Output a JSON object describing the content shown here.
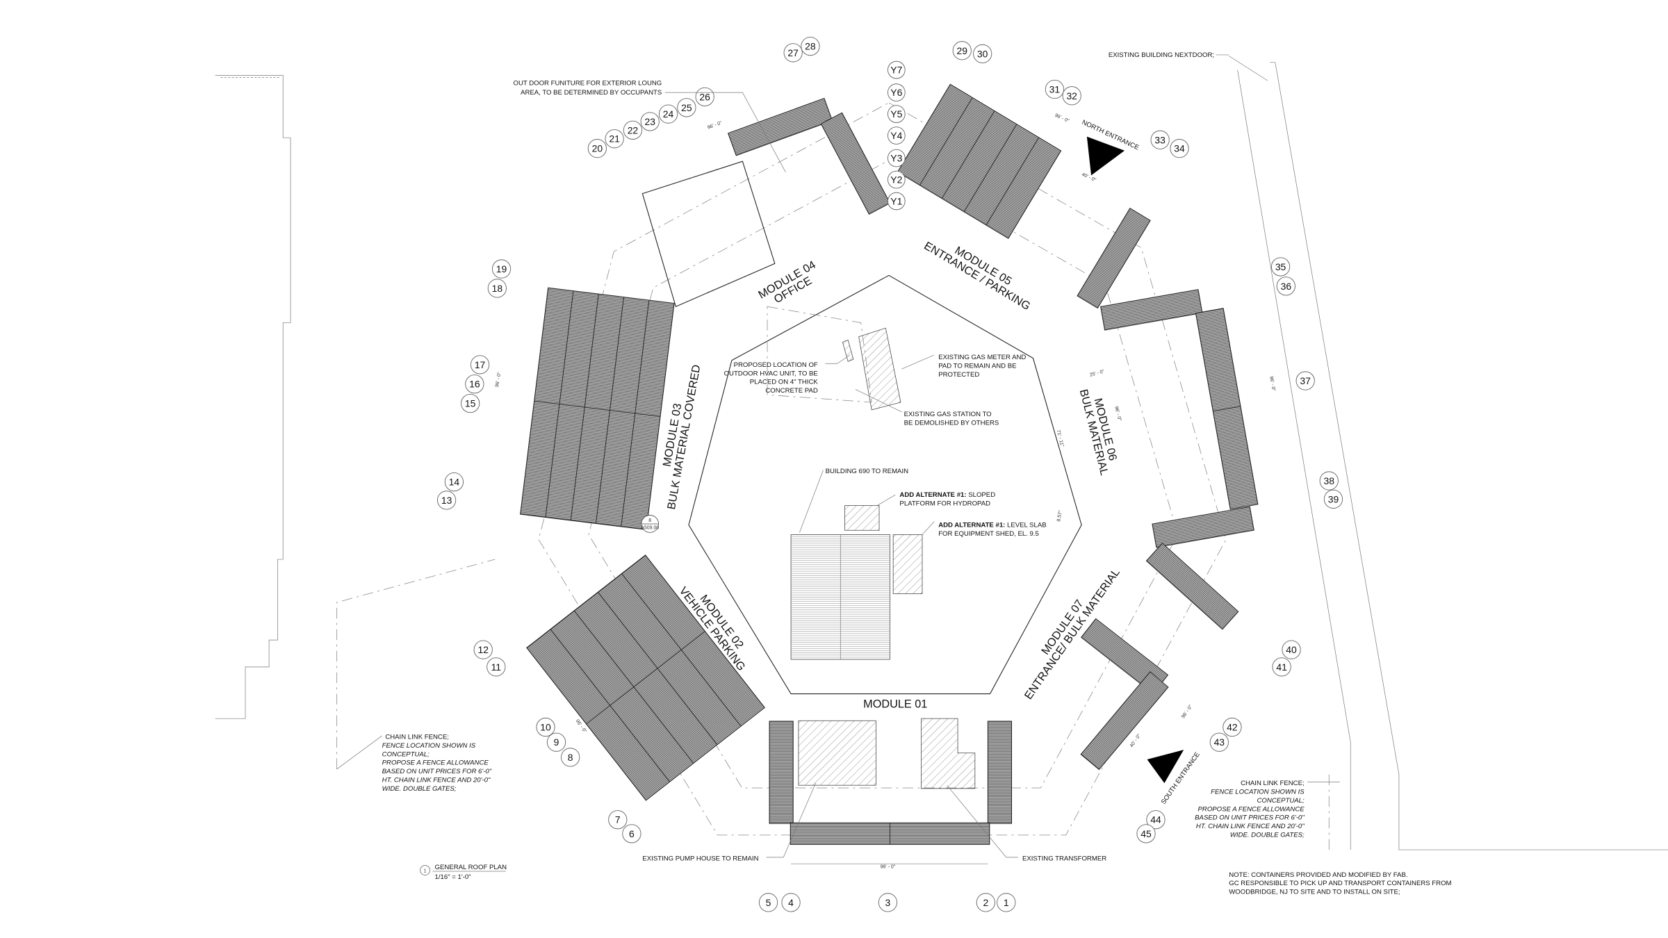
{
  "drawing": {
    "title": "GENERAL ROOF PLAN",
    "scale": "1/16\" = 1'-0\"",
    "view_number": "1",
    "section_tag": {
      "number": "8",
      "sheet": "A509.00"
    }
  },
  "modules": [
    {
      "name": "MODULE 01",
      "use": ""
    },
    {
      "name": "MODULE 02",
      "use": "VEHICLE PARKING"
    },
    {
      "name": "MODULE 03",
      "use": "BULK MATERIAL COVERED"
    },
    {
      "name": "MODULE 04",
      "use": "OFFICE"
    },
    {
      "name": "MODULE 05",
      "use": "ENTRANCE / PARKING"
    },
    {
      "name": "MODULE 06",
      "use": "BULK MATERIAL"
    },
    {
      "name": "MODULE 07",
      "use": "ENTRANCE/ BULK MATERIAL"
    }
  ],
  "entrances": {
    "north": "NORTH ENTRANCE",
    "south": "SOUTH ENTRANCE"
  },
  "grid_bubbles": [
    "27",
    "28",
    "29",
    "30",
    "31",
    "32",
    "33",
    "34",
    "Y7",
    "Y6",
    "Y5",
    "Y4",
    "Y3",
    "Y2",
    "Y1",
    "26",
    "25",
    "24",
    "23",
    "22",
    "21",
    "20",
    "19",
    "18",
    "17",
    "16",
    "15",
    "14",
    "13",
    "35",
    "36",
    "37",
    "38",
    "39",
    "12",
    "11",
    "10",
    "9",
    "8",
    "7",
    "6",
    "40",
    "41",
    "42",
    "43",
    "44",
    "45",
    "5",
    "4",
    "3",
    "2",
    "1"
  ],
  "dimensions": {
    "d96": "96' - 0\"",
    "d40": "40' - 0\"",
    "d25": "25' - 0\"",
    "d71": "71' - 11\"",
    "angle": "8.57°"
  },
  "notes": {
    "outdoor_furniture": [
      "OUT DOOR FUNITURE FOR EXTERIOR LOUNG",
      "AREA, TO BE DETERMINED BY OCCUPANTS"
    ],
    "existing_building": "EXISTING BUILDING NEXTDOOR;",
    "hvac": [
      "PROPOSED LOCATION OF",
      "OUTDOOR HVAC UNIT, TO BE",
      "PLACED ON 4\" THICK",
      "CONCRETE PAD"
    ],
    "gas_meter": [
      "EXISTING GAS METER AND",
      "PAD TO REMAIN AND BE",
      "PROTECTED"
    ],
    "gas_station": [
      "EXISTING GAS STATION TO",
      "BE DEMOLISHED BY OTHERS"
    ],
    "building_690": "BUILDING 690 TO REMAIN",
    "alt_sloped": {
      "bold": "ADD ALTERNATE #1:",
      "text": " SLOPED",
      "line2": "PLATFORM FOR HYDROPAD"
    },
    "alt_level": {
      "bold": "ADD ALTERNATE #1:",
      "text": " LEVEL SLAB",
      "line2": "FOR EQUIPMENT SHED, EL. 9.5"
    },
    "pump_house": "EXISTING PUMP HOUSE TO REMAIN",
    "transformer": "EXISTING TRANSFORMER",
    "fence_left": [
      "CHAIN LINK FENCE;",
      "FENCE LOCATION SHOWN IS",
      "CONCEPTUAL;",
      "PROPOSE A FENCE ALLOWANCE",
      "BASED ON UNIT PRICES FOR 6'-0\"",
      "HT. CHAIN LINK FENCE AND 20'-0\"",
      "WIDE. DOUBLE GATES;"
    ],
    "fence_right": [
      "CHAIN LINK FENCE;",
      "FENCE LOCATION SHOWN IS",
      "CONCEPTUAL;",
      "PROPOSE A FENCE ALLOWANCE",
      "BASED ON UNIT PRICES FOR 6'-0\"",
      "HT. CHAIN LINK FENCE AND 20'-0\"",
      "WIDE. DOUBLE GATES;"
    ],
    "containers": [
      "NOTE: CONTAINERS PROVIDED AND MODIFIED BY FAB.",
      "GC RESPONSIBLE TO PICK UP AND TRANSPORT CONTAINERS FROM",
      "WOODBRIDGE, NJ TO SITE AND TO INSTALL ON SITE;"
    ]
  },
  "colors": {
    "container_fill": "#8a8a8a",
    "line": "#222222"
  }
}
